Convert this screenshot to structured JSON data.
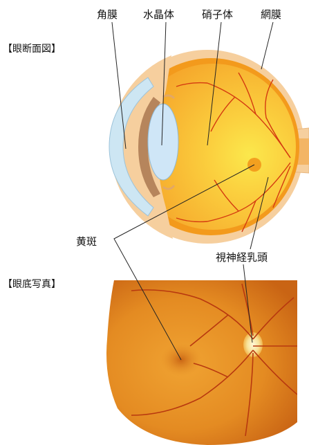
{
  "sections": {
    "cross_section": "【眼断面図】",
    "fundus_photo": "【眼底写真】"
  },
  "labels": {
    "cornea": "角膜",
    "lens": "水晶体",
    "vitreous": "硝子体",
    "retina": "網膜",
    "macula": "黄斑",
    "optic_disc": "視神経乳頭"
  },
  "colors": {
    "sclera": "#f6cf9e",
    "retina_layer": "#f39a1c",
    "vitreous_outer": "#f5a92b",
    "vitreous_inner": "#fbd54a",
    "macula": "#f8e84a",
    "cornea": "#cde6f3",
    "lens": "#cfe6f7",
    "iris": "#b6855c",
    "vessel": "#d43a10",
    "fundus_outer": "#cf6f16",
    "fundus_inner": "#e9901f",
    "optic_disc": "#f8e39a",
    "leader_line": "#222222"
  }
}
